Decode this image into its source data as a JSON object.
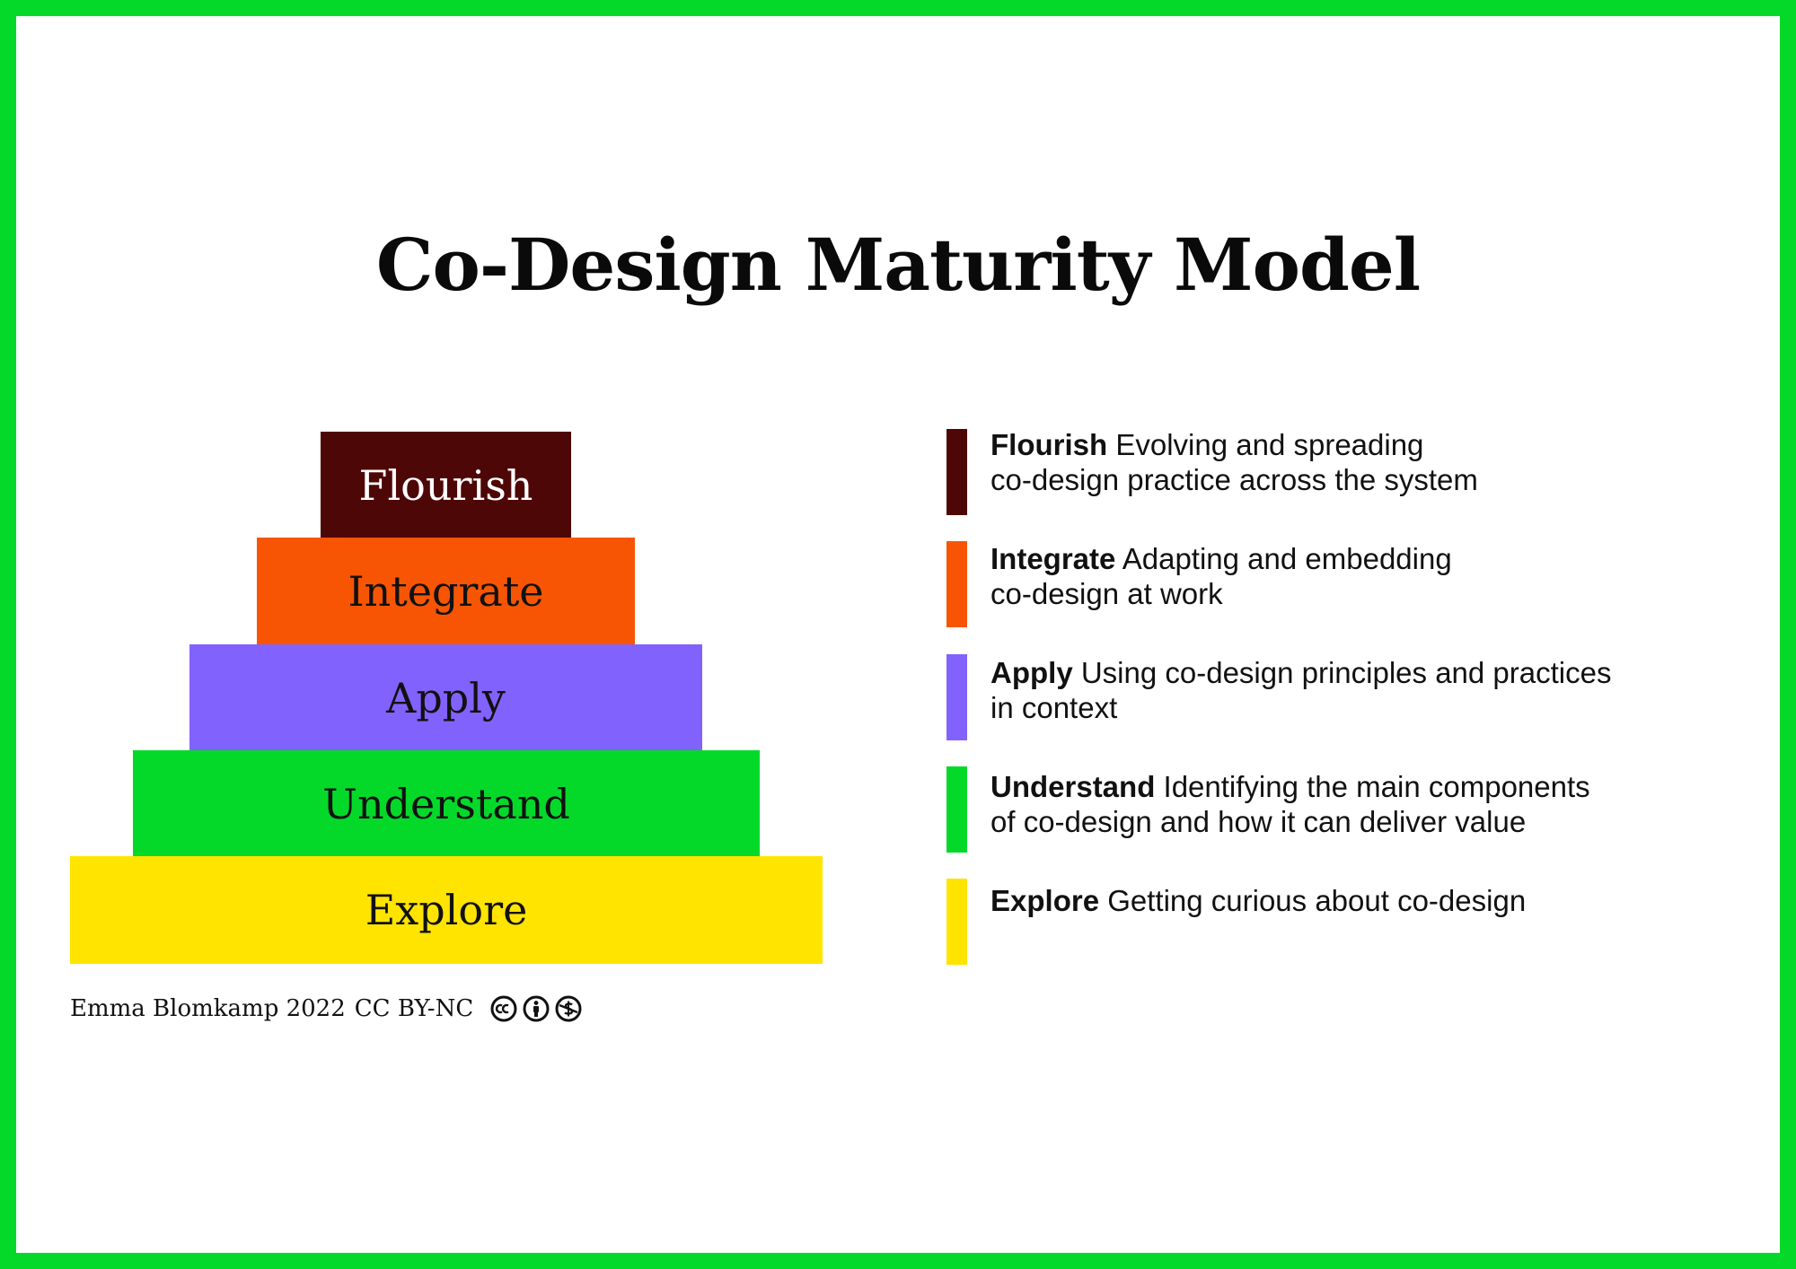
{
  "title": "Co-Design Maturity Model",
  "colors": {
    "border": "#04d92a",
    "flourish": "#4e0707",
    "integrate": "#f75503",
    "apply": "#8262fc",
    "understand": "#04d92a",
    "explore": "#ffe400"
  },
  "pyramid": [
    {
      "label": "Flourish",
      "color": "#4e0707",
      "text_color": "#ffffff"
    },
    {
      "label": "Integrate",
      "color": "#f75503",
      "text_color": "#111111"
    },
    {
      "label": "Apply",
      "color": "#8262fc",
      "text_color": "#111111"
    },
    {
      "label": "Understand",
      "color": "#04d92a",
      "text_color": "#111111"
    },
    {
      "label": "Explore",
      "color": "#ffe400",
      "text_color": "#111111"
    }
  ],
  "legend": [
    {
      "term": "Flourish",
      "line1": "Evolving and spreading",
      "line2": "co-design practice across the system",
      "color": "#4e0707"
    },
    {
      "term": "Integrate",
      "line1": "Adapting and embedding",
      "line2": "co-design at work",
      "color": "#f75503"
    },
    {
      "term": "Apply",
      "line1": "Using co-design principles and practices",
      "line2": "in context",
      "color": "#8262fc"
    },
    {
      "term": "Understand",
      "line1": "Identifying the main components",
      "line2": "of co-design and how it can deliver value",
      "color": "#04d92a"
    },
    {
      "term": "Explore",
      "line1": "Getting curious about co-design",
      "line2": "",
      "color": "#ffe400"
    }
  ],
  "credit": {
    "author": "Emma Blomkamp 2022",
    "license": "CC BY-NC",
    "icons": [
      "creative-commons-icon",
      "attribution-icon",
      "non-commercial-icon"
    ]
  }
}
